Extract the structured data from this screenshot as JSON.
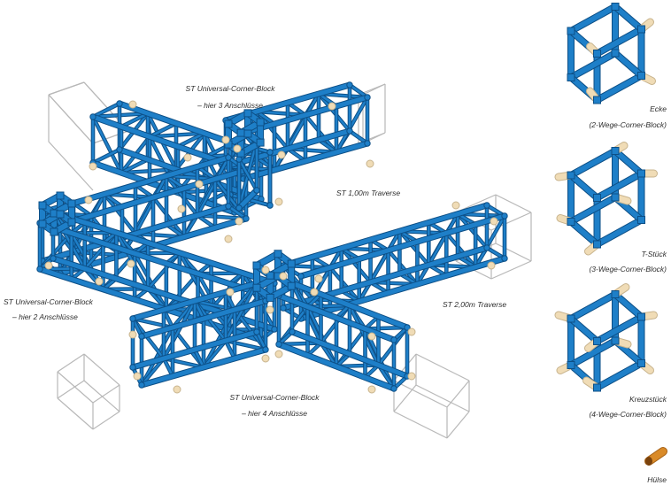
{
  "diagram": {
    "labels": {
      "three_way": "ST Universal-Corner-Block",
      "three_way_sub": "– hier 3 Anschlüsse",
      "traverse_1m": "ST 1,00m Traverse",
      "two_way": "ST Universal-Corner-Block",
      "two_way_sub": "– hier 2 Anschlüsse",
      "traverse_2m": "ST 2,00m Traverse",
      "four_way": "ST Universal-Corner-Block",
      "four_way_sub": "– hier 4 Anschlüsse"
    },
    "legend": [
      {
        "name": "Ecke",
        "desc": "(2-Wege-Corner-Block)"
      },
      {
        "name": "T-Stück",
        "desc": "(3-Wege-Corner-Block)"
      },
      {
        "name": "Kreuzstück",
        "desc": "(4-Wege-Corner-Block)"
      },
      {
        "name": "Hülse",
        "desc": ""
      }
    ],
    "colors": {
      "truss": "#1e7fc8",
      "truss_edge": "#0d4f86",
      "connector": "#f0dcb6",
      "sleeve": "#d98a28",
      "outline": "#b8b8b8"
    }
  }
}
